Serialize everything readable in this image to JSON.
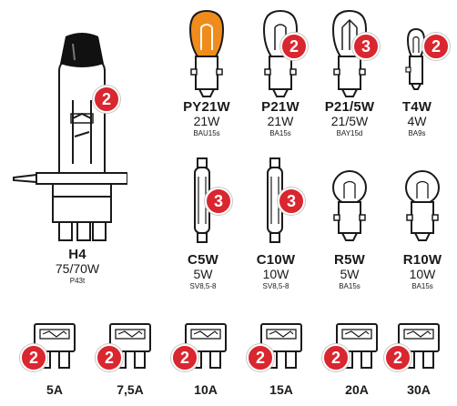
{
  "bulbs": [
    {
      "name": "H4",
      "watt": "75/70W",
      "base": "P43t",
      "qty": "2"
    },
    {
      "name": "PY21W",
      "watt": "21W",
      "base": "BAU15s",
      "qty": ""
    },
    {
      "name": "P21W",
      "watt": "21W",
      "base": "BA15s",
      "qty": "2"
    },
    {
      "name": "P21/5W",
      "watt": "21/5W",
      "base": "BAY15d",
      "qty": "3"
    },
    {
      "name": "T4W",
      "watt": "4W",
      "base": "BA9s",
      "qty": "2"
    },
    {
      "name": "C5W",
      "watt": "5W",
      "base": "SV8,5-8",
      "qty": "3"
    },
    {
      "name": "C10W",
      "watt": "10W",
      "base": "SV8,5-8",
      "qty": "3"
    },
    {
      "name": "R5W",
      "watt": "5W",
      "base": "BA15s",
      "qty": ""
    },
    {
      "name": "R10W",
      "watt": "10W",
      "base": "BA15s",
      "qty": ""
    }
  ],
  "fuses": [
    {
      "label": "5A",
      "qty": "2"
    },
    {
      "label": "7,5A",
      "qty": "2"
    },
    {
      "label": "10A",
      "qty": "2"
    },
    {
      "label": "15A",
      "qty": "2"
    },
    {
      "label": "20A",
      "qty": "2"
    },
    {
      "label": "30A",
      "qty": "2"
    }
  ],
  "colors": {
    "badge": "#d9262f",
    "amber": "#f08c1c",
    "line": "#1a1a1a"
  }
}
